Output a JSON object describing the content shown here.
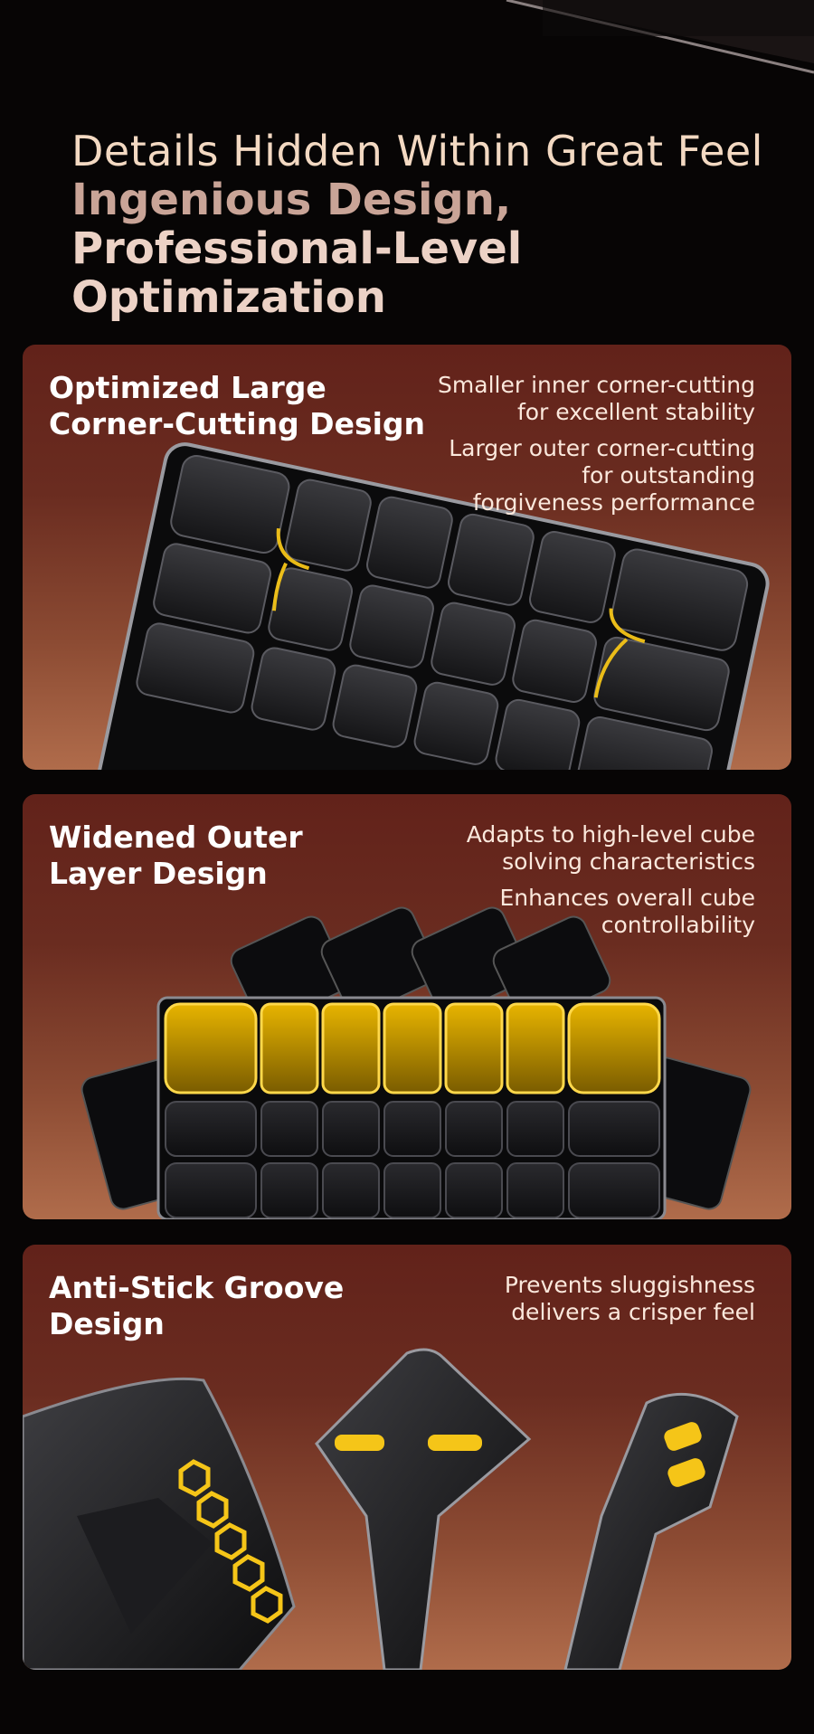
{
  "hero": {
    "line1": "Details Hidden Within Great Feel",
    "line2": "Ingenious Design,",
    "line3": "Professional-Level Optimization"
  },
  "panels": [
    {
      "title": "Optimized Large\nCorner-Cutting Design",
      "notes": [
        "Smaller inner corner-cutting\nfor excellent stability",
        "Larger outer corner-cutting\nfor outstanding\nforgiveness performance"
      ]
    },
    {
      "title": "Widened Outer\nLayer Design",
      "notes": [
        "Adapts to high-level cube\nsolving characteristics",
        "Enhances overall cube\ncontrollability"
      ]
    },
    {
      "title": "Anti-Stick Groove\nDesign",
      "notes": [
        "Prevents sluggishness\ndelivers a crisper feel"
      ]
    }
  ],
  "colors": {
    "background": "#070505",
    "panel_top": "#62221a",
    "panel_bottom": "#b06c4b",
    "highlight": "#f5c518"
  }
}
